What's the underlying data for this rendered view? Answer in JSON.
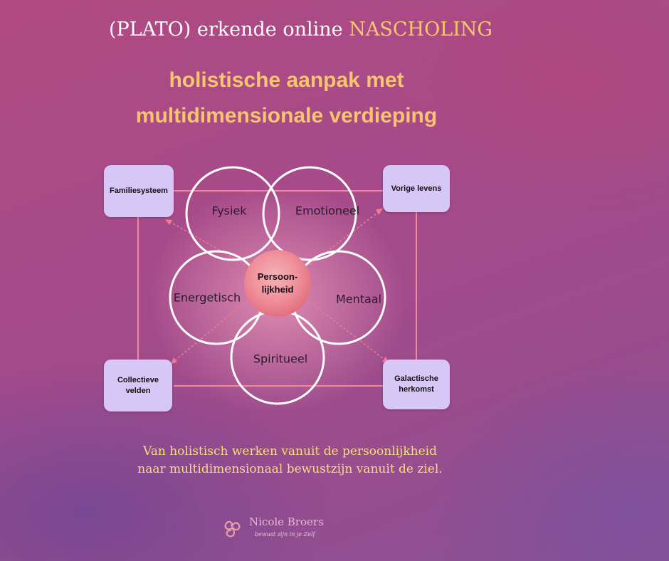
{
  "header": {
    "line1_prefix": "(PLATO) erkende online ",
    "line1_accent": "NASCHOLING",
    "line2": "holistische aanpak met",
    "line3": "multidimensionale verdieping"
  },
  "diagram": {
    "corners": {
      "top_left": "Familiesysteem",
      "top_right": "Vorige levens",
      "bottom_left_line1": "Collectieve",
      "bottom_left_line2": "velden",
      "bottom_right_line1": "Galactische",
      "bottom_right_line2": "herkomst"
    },
    "petals": {
      "fysiek": "Fysiek",
      "emotioneel": "Emotioneel",
      "energetisch": "Energetisch",
      "mentaal": "Mentaal",
      "spiritueel": "Spiritueel"
    },
    "center_line1": "Persoon-",
    "center_line2": "lijkheid"
  },
  "tagline": {
    "line1": "Van holistisch werken vanuit de persoonlijkheid",
    "line2": "naar multidimensionaal bewustzijn vanuit de ziel."
  },
  "logo": {
    "name": "Nicole Broers",
    "tag": "bewust zijn in je Zelf"
  },
  "colors": {
    "accent_gold": "#f6c56d",
    "box_lavender": "#d6c7f7",
    "connector_pink": "#f28a9a",
    "center_pink": "#ef8f9a"
  }
}
